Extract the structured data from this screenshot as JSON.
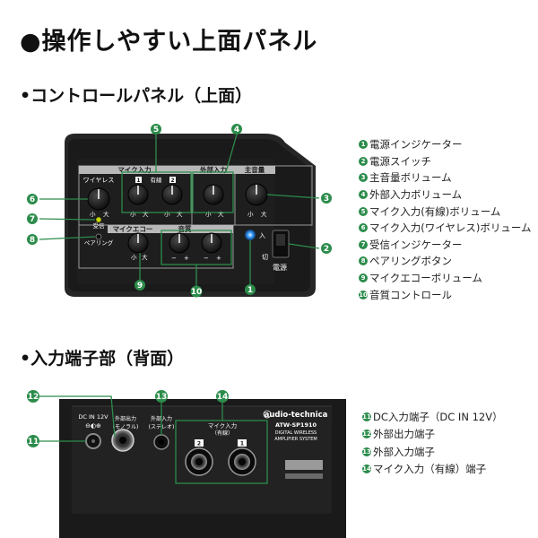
{
  "page": {
    "title": "●操作しやすい上面パネル",
    "section_top": "•コントロールパネル（上面）",
    "section_back": "•入力端子部（背面）"
  },
  "top_panel": {
    "labels": {
      "mic_input": "マイク入力",
      "external_input": "外部入力",
      "main_volume": "主音量",
      "wireless": "ワイヤレス",
      "wired": "有線",
      "small": "小",
      "large": "大",
      "mic_echo": "マイクエコー",
      "tone": "音質",
      "receive": "受信",
      "pairing": "ペアリング",
      "on": "入",
      "off": "切",
      "power": "電源",
      "minus": "−",
      "plus": "+",
      "ch1": "1",
      "ch2": "2"
    },
    "callouts": [
      "1",
      "2",
      "3",
      "4",
      "5",
      "6",
      "7",
      "8",
      "9",
      "10"
    ],
    "legend": [
      {
        "num": "1",
        "text": "電源インジケーター"
      },
      {
        "num": "2",
        "text": "電源スイッチ"
      },
      {
        "num": "3",
        "text": "主音量ボリューム"
      },
      {
        "num": "4",
        "text": "外部入力ボリューム"
      },
      {
        "num": "5",
        "text": "マイク入力(有線)ボリューム"
      },
      {
        "num": "6",
        "text": "マイク入力(ワイヤレス)ボリューム"
      },
      {
        "num": "7",
        "text": "受信インジケーター"
      },
      {
        "num": "8",
        "text": "ペアリングボタン"
      },
      {
        "num": "9",
        "text": "マイクエコーボリューム"
      },
      {
        "num": "10",
        "text": "音質コントロール"
      }
    ]
  },
  "back_panel": {
    "labels": {
      "dc_in": "DC IN 12V",
      "ext_out": "外部出力",
      "ext_out_sub": "(モノラル)",
      "ext_in": "外部入力",
      "ext_in_sub": "(ステレオ)",
      "mic_input": "マイク入力",
      "mic_input_sub": "（有線）",
      "jack2": "2",
      "jack1": "1",
      "brand": "audio-technica",
      "model": "ATW-SP1910",
      "desc1": "DIGITAL WIRELESS",
      "desc2": "AMPLIFIER SYSTEM"
    },
    "callouts": [
      "11",
      "12",
      "13",
      "14"
    ],
    "legend": [
      {
        "num": "11",
        "text": "DC入力端子（DC IN 12V）"
      },
      {
        "num": "12",
        "text": "外部出力端子"
      },
      {
        "num": "13",
        "text": "外部入力端子"
      },
      {
        "num": "14",
        "text": "マイク入力（有線）端子"
      }
    ]
  },
  "colors": {
    "accent_green": "#2c8c4b",
    "panel_dark": "#222222",
    "panel_label": "#b8b8b8",
    "power_led": "#3fa0ff",
    "receive_led": "#c8d800"
  }
}
